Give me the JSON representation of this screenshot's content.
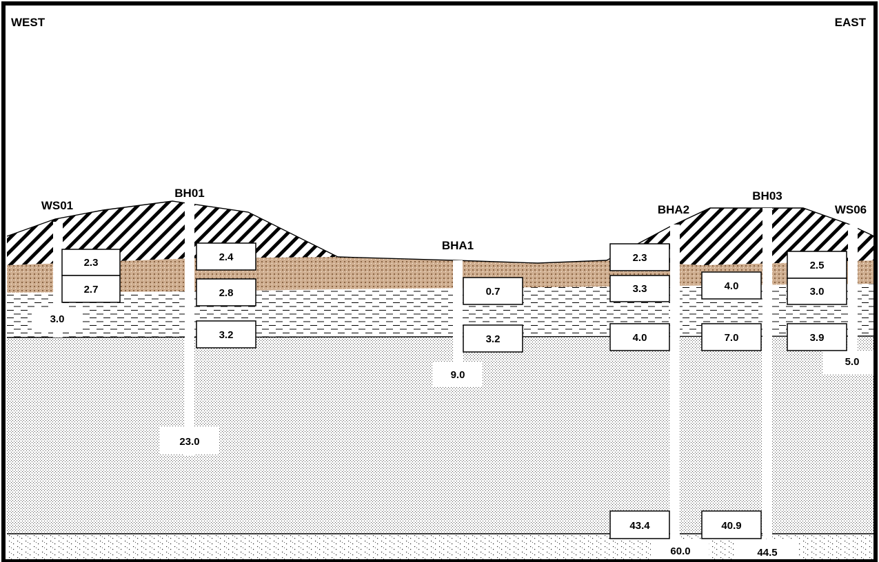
{
  "orientation": {
    "left": "WEST",
    "right": "EAST"
  },
  "boreholes": [
    {
      "name": "WS01",
      "thicknesses": [
        "2.3",
        "2.7"
      ],
      "depth": "3.0"
    },
    {
      "name": "BH01",
      "thicknesses": [
        "2.4",
        "2.8",
        "3.2"
      ],
      "depth": "23.0"
    },
    {
      "name": "BHA1",
      "thicknesses": [
        "0.7",
        "3.2"
      ],
      "depth": "9.0"
    },
    {
      "name": "BHA2",
      "thicknesses": [
        "2.3",
        "3.3",
        "4.0",
        "43.4"
      ],
      "depth": "60.0"
    },
    {
      "name": "BH03",
      "thicknesses": [
        "4.0",
        "7.0",
        "40.9"
      ],
      "depth": "44.5"
    },
    {
      "name": "WS06",
      "thicknesses": [
        "2.5",
        "3.0",
        "3.9"
      ],
      "depth": "5.0"
    }
  ],
  "colors": {
    "frame": "#000000",
    "made_ground_hatch": "#000000",
    "topsoil_fill": "#c8a586",
    "topsoil_dots": "#7a5535",
    "dots": "#222222",
    "background": "#ffffff"
  }
}
